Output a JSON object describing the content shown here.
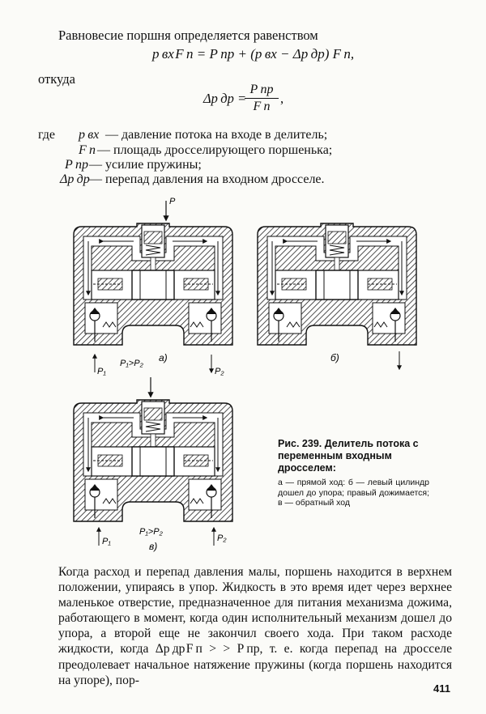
{
  "intro": "Равновесие поршня определяется равенством",
  "eq1": "p вх F п = P пр + (p вх − Δp др) F п,",
  "otkuda": "откуда",
  "eq2": {
    "lhs": "Δp др =",
    "num": "P пр",
    "den": "F п",
    "trail": ","
  },
  "where_word": "где",
  "variables": [
    {
      "sym": "p вх",
      "text": "— давление потока на входе в делитель;"
    },
    {
      "sym": "F п",
      "text": "— площадь дросселирующего поршенька;"
    },
    {
      "sym": "P пр",
      "text": "— усилие пружины;"
    },
    {
      "sym": "Δp др",
      "text": "— перепад давления на входном дросселе."
    }
  ],
  "figure": {
    "label_P": "P",
    "a": {
      "P1": "P₁",
      "rel": "P₁>P₂",
      "P2": "P₂",
      "tag": "а)"
    },
    "b": {
      "tag": "б)"
    },
    "v": {
      "P1": "P₁",
      "rel": "P₁>P₂",
      "P2": "P₂",
      "tag": "в)"
    }
  },
  "caption": {
    "title": "Рис. 239. Делитель потока с переменным входным дросселем:",
    "body": "а — прямой ход: б — левый цилиндр дошел до упора; правый дожимается; в — обратный ход"
  },
  "paragraph": "Когда расход и перепад давления малы, поршень находится в верхнем положении, упираясь в упор. Жидкость в это время идет через верхнее маленькое отверстие, предназначенное для питания механизма дожима, работающего в момент, когда один исполнительный механизм дошел до упора, а второй еще не закончил своего хода. При таком расходе жидкости, когда Δp др F п > > P пр, т. е. когда перепад на дросселе преодолевает начальное натяжение пружины (когда поршень находится на упоре), пор-",
  "page_number": "411"
}
